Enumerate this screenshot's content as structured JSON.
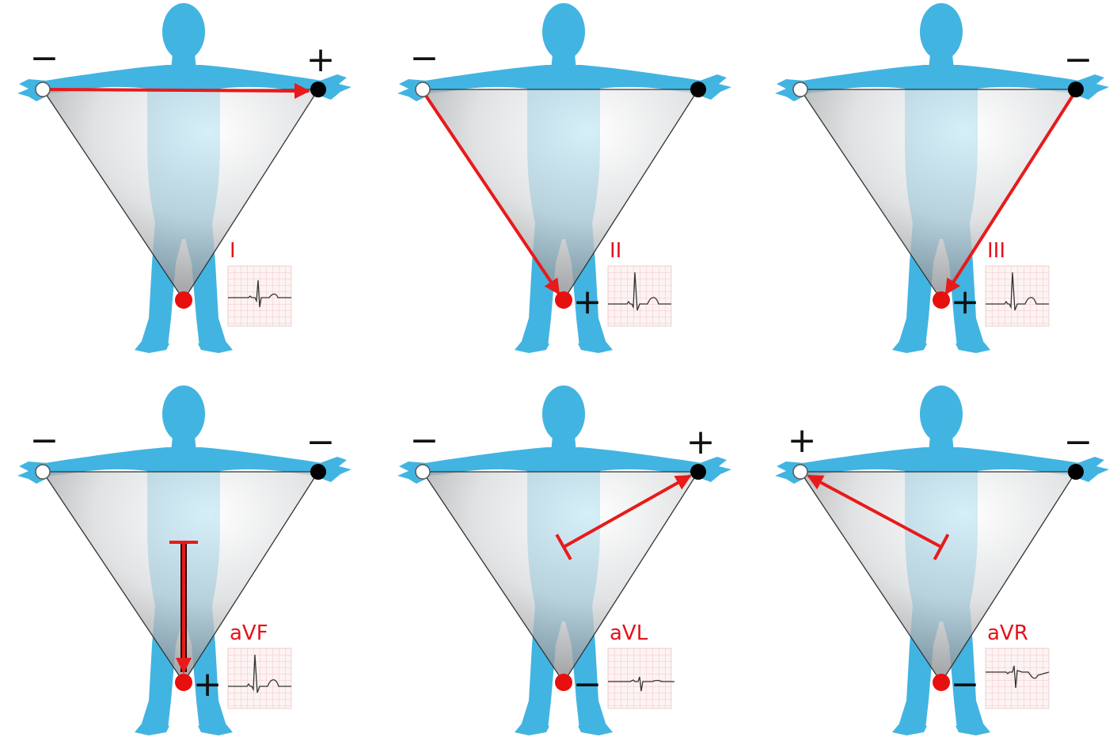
{
  "colors": {
    "body": "#42b4e1",
    "arrow": "#e81a1a",
    "label": "#e4131b",
    "ecg_grid": "#f2b9b9",
    "ecg_bg": "#fdf3f3",
    "ecg_trace": "#333333",
    "triangle_edge": "#333333"
  },
  "signs": {
    "plus": "+",
    "minus": "−"
  },
  "panels": [
    {
      "lead": "I",
      "la_sign": "+",
      "ra_sign": "−",
      "leg_sign": "",
      "arrow": "ra-to-la",
      "ecg": "upright-small"
    },
    {
      "lead": "II",
      "la_sign": "",
      "ra_sign": "−",
      "leg_sign": "+",
      "arrow": "ra-to-leg",
      "ecg": "upright-tall"
    },
    {
      "lead": "III",
      "la_sign": "−",
      "ra_sign": "",
      "leg_sign": "+",
      "arrow": "la-to-leg",
      "ecg": "upright-tall"
    },
    {
      "lead": "aVF",
      "la_sign": "−",
      "ra_sign": "−",
      "leg_sign": "+",
      "arrow": "mid-to-leg",
      "ecg": "upright-tall"
    },
    {
      "lead": "aVL",
      "la_sign": "+",
      "ra_sign": "−",
      "leg_sign": "−",
      "arrow": "mid-to-la",
      "ecg": "biphasic-small"
    },
    {
      "lead": "aVR",
      "la_sign": "−",
      "ra_sign": "+",
      "leg_sign": "−",
      "arrow": "mid-to-ra",
      "ecg": "inverted"
    }
  ]
}
